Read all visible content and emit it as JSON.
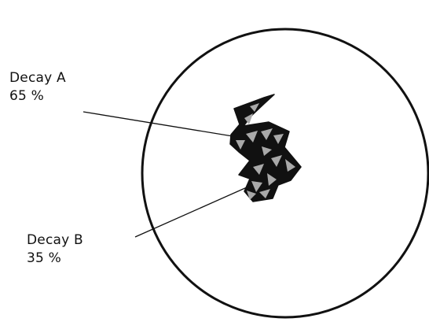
{
  "labels": {
    "decay_a": {
      "name": "Decay A",
      "percent": "65 %"
    },
    "decay_b": {
      "name": "Decay B",
      "percent": "35 %"
    }
  },
  "colors": {
    "ink": "#111111",
    "fragment_light": "#a9a9a9",
    "background": "#ffffff"
  }
}
